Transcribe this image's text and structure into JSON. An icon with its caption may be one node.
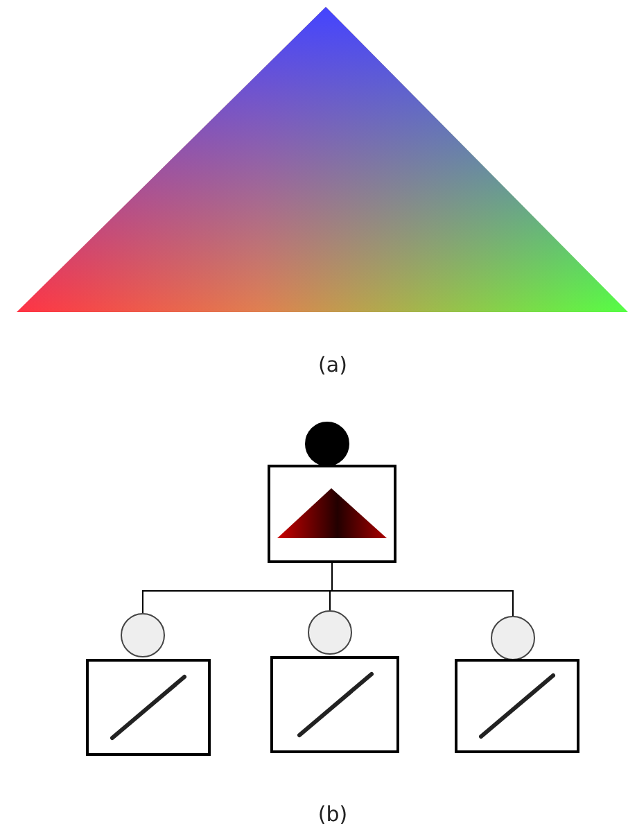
{
  "diagram": {
    "nodes": [
      {
        "text": [],
        "shape": "circle"
      },
      {
        "text": [],
        "shape": "box"
      },
      {
        "text": [],
        "shape": "circle"
      },
      {
        "text": [],
        "shape": "circle"
      },
      {
        "text": [],
        "shape": "circle"
      },
      {
        "text": [],
        "shape": "box"
      },
      {
        "text": [],
        "shape": "box"
      },
      {
        "text": [],
        "shape": "box"
      }
    ],
    "edges": [
      {
        "from": 1,
        "to": 2,
        "arrow": "none"
      },
      {
        "from": 1,
        "to": 3,
        "arrow": "none"
      },
      {
        "from": 1,
        "to": 4,
        "arrow": "none"
      }
    ],
    "labels": [
      "(a)",
      "(b)"
    ]
  }
}
